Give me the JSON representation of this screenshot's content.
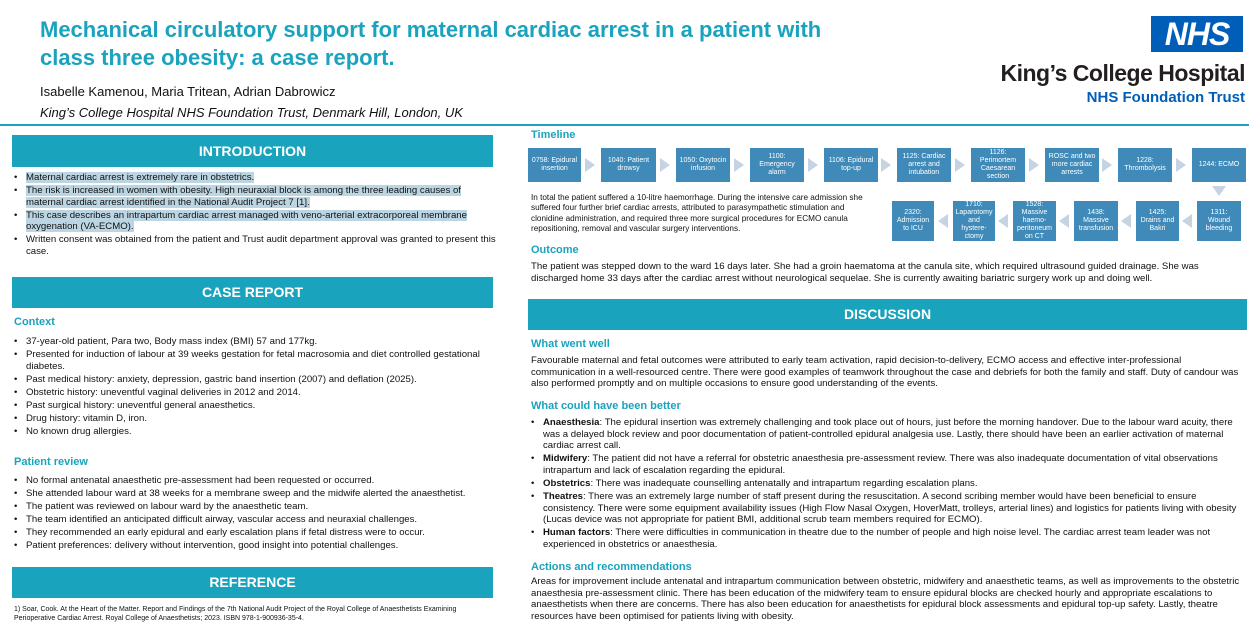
{
  "header": {
    "title": "Mechanical circulatory support for maternal cardiac arrest in a patient with class three obesity: a case report.",
    "authors": "Isabelle Kamenou, Maria Tritean, Adrian Dabrowicz",
    "affiliation": "King’s College Hospital NHS Foundation Trust, Denmark Hill, London, UK",
    "logo": {
      "nhs": "NHS",
      "hospital": "King’s College Hospital",
      "trust": "NHS Foundation Trust"
    }
  },
  "introduction": {
    "heading": "INTRODUCTION",
    "items": [
      "Maternal cardiac arrest is extremely rare in obstetrics.",
      "The risk is increased in women with obesity. High neuraxial block is among the three leading causes of maternal cardiac arrest identified in the National Audit Project 7 [1].",
      "This case describes an intrapartum cardiac arrest managed with veno-arterial extracorporeal membrane oxygenation (VA-ECMO).",
      "Written consent was obtained from the patient and Trust audit department approval was granted to present this case."
    ]
  },
  "case_report": {
    "heading": "CASE REPORT",
    "context": {
      "heading": "Context",
      "items": [
        "37-year-old patient, Para two, Body mass index (BMI) 57 and 177kg.",
        "Presented for induction of labour at 39 weeks gestation for fetal macrosomia and diet controlled gestational diabetes.",
        "Past medical history: anxiety, depression, gastric band insertion (2007) and deflation (2025).",
        "Obstetric history: uneventful vaginal deliveries in 2012 and 2014.",
        "Past surgical history: uneventful general anaesthetics.",
        "Drug history: vitamin D, iron.",
        "No known drug allergies."
      ]
    },
    "patient_review": {
      "heading": "Patient review",
      "items": [
        "No formal antenatal anaesthetic pre-assessment had been requested or occurred.",
        "She attended labour ward at 38 weeks for a membrane sweep and the midwife alerted the anaesthetist.",
        "The patient was reviewed on labour ward by the anaesthetic team.",
        "The team identified an anticipated difficult airway, vascular access and neuraxial challenges.",
        "They recommended an early epidural and early escalation plans if fetal distress were to occur.",
        "Patient preferences: delivery without intervention, good insight into potential challenges."
      ]
    }
  },
  "reference": {
    "heading": "REFERENCE",
    "text": "1) Soar, Cook. At the Heart of the Matter. Report and Findings of the 7th National Audit Project of the Royal College of Anaesthetists Examining Perioperative Cardiac Arrest. Royal College of Anaesthetists; 2023. ISBN 978-1-900936-35-4."
  },
  "timeline": {
    "heading": "Timeline",
    "row1": [
      "0758: Epidural insertion",
      "1040: Patient drowsy",
      "1050: Oxytocin infusion",
      "1100: Emergency alarm",
      "1106: Epidural top-up",
      "1125: Cardiac arrest and intubation",
      "1126: Perimortem Caesarean section",
      "ROSC and two more cardiac arrests",
      "1228: Thrombolysis",
      "1244: ECMO"
    ],
    "row2": [
      "2320: Admission to ICU",
      "1710: Laparotomy and hystere-ctomy",
      "1528: Massive haemo-peritoneum on CT",
      "1438: Massive transfusion",
      "1425: Drains and Bakri",
      "1311: Wound bleeding"
    ],
    "summary": "In total the patient suffered a 10-litre haemorrhage. During the intensive care admission she suffered four further brief cardiac arrests, attributed to parasympathetic stimulation and clonidine administration, and required three more surgical procedures for ECMO canula repositioning, removal and vascular surgery interventions."
  },
  "outcome": {
    "heading": "Outcome",
    "text": "The patient was stepped down to the ward 16 days later. She had a groin haematoma at the canula site, which required ultrasound guided drainage. She was discharged home 33 days after the cardiac arrest without neurological sequelae. She is currently awaiting bariatric surgery work up and doing well."
  },
  "discussion": {
    "heading": "DISCUSSION",
    "went_well": {
      "heading": "What went well",
      "text": "Favourable maternal and fetal outcomes were attributed to early team activation, rapid decision-to-delivery, ECMO access and effective inter-professional communication in a well-resourced centre. There were good examples of teamwork throughout the case and debriefs for both the family and staff. Duty of candour was also performed promptly and on multiple occasions to ensure good understanding of the events."
    },
    "could_be_better": {
      "heading": "What could have been better",
      "items": [
        {
          "label": "Anaesthesia",
          "text": ": The epidural insertion was extremely challenging and took place out of hours, just before the morning handover. Due to the labour ward acuity, there was a delayed block review and poor documentation of patient-controlled epidural analgesia use. Lastly, there should have been an earlier activation of maternal cardiac arrest call."
        },
        {
          "label": "Midwifery",
          "text": ": The patient did not have a referral for obstetric anaesthesia pre-assessment review. There was also inadequate documentation of vital observations intrapartum and lack of escalation regarding the epidural."
        },
        {
          "label": "Obstetrics",
          "text": ": There was inadequate counselling antenatally and intrapartum regarding escalation plans."
        },
        {
          "label": "Theatres",
          "text": ": There was an extremely large number of staff present during the resuscitation. A second scribing member would have been beneficial to ensure consistency. There were some equipment availability issues (High Flow Nasal Oxygen, HoverMatt, trolleys, arterial lines) and logistics for patients living with obesity (Lucas device was not appropriate for patient BMI, additional scrub team members required for ECMO)."
        },
        {
          "label": "Human factors",
          "text": ": There were difficulties in communication in theatre due to the number of people and high noise level. The cardiac arrest team leader was not experienced in obstetrics or anaesthesia."
        }
      ]
    },
    "actions": {
      "heading": "Actions and recommendations",
      "text": "Areas for improvement include antenatal and intrapartum communication between obstetric, midwifery and anaesthetic teams, as well as improvements to the obstetric anaesthesia pre-assessment clinic. There has been education of the midwifery team to ensure epidural blocks are checked hourly and appropriate escalations to anaesthetists when there are concerns. There has also been education for anaesthetists for epidural block assessments and epidural top-up safety. Lastly, theatre resources have been optimised for patients living with obesity."
    }
  }
}
